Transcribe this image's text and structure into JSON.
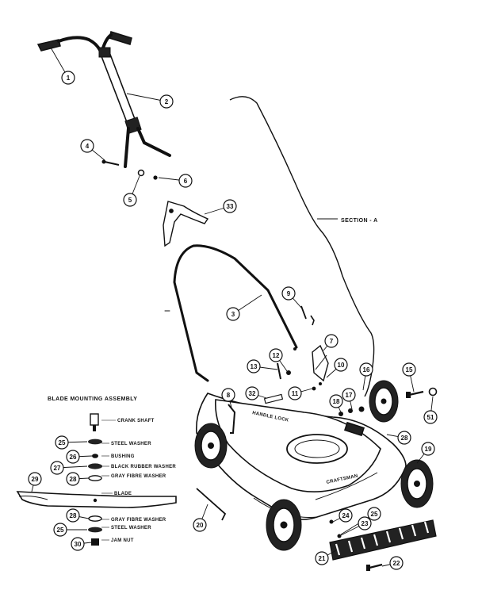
{
  "section_label": "SECTION - A",
  "deck": {
    "brand": "CRAFTSMAN",
    "marking_top": "HANDLE LOCK"
  },
  "blade_assembly": {
    "heading": "BLADE MOUNTING ASSEMBLY"
  },
  "part_labels": [
    {
      "id": "crank-shaft",
      "text": "CRANK SHAFT"
    },
    {
      "id": "steel-washer-top",
      "text": "STEEL WASHER"
    },
    {
      "id": "bushing",
      "text": "BUSHING"
    },
    {
      "id": "black-rubber-washer",
      "text": "BLACK RUBBER WASHER"
    },
    {
      "id": "gray-fibre-washer-top",
      "text": "GRAY FIBRE WASHER"
    },
    {
      "id": "blade",
      "text": "BLADE"
    },
    {
      "id": "gray-fibre-washer-bottom",
      "text": "GRAY FIBRE WASHER"
    },
    {
      "id": "steel-washer-bottom",
      "text": "STEEL WASHER"
    },
    {
      "id": "jam-nut",
      "text": "JAM NUT"
    }
  ],
  "callouts": [
    {
      "id": "c1",
      "number": "1"
    },
    {
      "id": "c2",
      "number": "2"
    },
    {
      "id": "c4",
      "number": "4"
    },
    {
      "id": "c5",
      "number": "5"
    },
    {
      "id": "c6",
      "number": "6"
    },
    {
      "id": "c33",
      "number": "33"
    },
    {
      "id": "c3",
      "number": "3"
    },
    {
      "id": "c9",
      "number": "9"
    },
    {
      "id": "c7",
      "number": "7"
    },
    {
      "id": "c12",
      "number": "12"
    },
    {
      "id": "c13",
      "number": "13"
    },
    {
      "id": "c10",
      "number": "10"
    },
    {
      "id": "c16",
      "number": "16"
    },
    {
      "id": "c15",
      "number": "15"
    },
    {
      "id": "c11",
      "number": "11"
    },
    {
      "id": "c18",
      "number": "18"
    },
    {
      "id": "c17",
      "number": "17"
    },
    {
      "id": "c51",
      "number": "51"
    },
    {
      "id": "c8",
      "number": "8"
    },
    {
      "id": "c32",
      "number": "32"
    },
    {
      "id": "c28",
      "number": "28"
    },
    {
      "id": "c19",
      "number": "19"
    },
    {
      "id": "c20",
      "number": "20"
    },
    {
      "id": "c24",
      "number": "24"
    },
    {
      "id": "c25",
      "number": "25"
    },
    {
      "id": "c23",
      "number": "23"
    },
    {
      "id": "c21",
      "number": "21"
    },
    {
      "id": "c22",
      "number": "22"
    },
    {
      "id": "b25",
      "number": "25"
    },
    {
      "id": "b26",
      "number": "26"
    },
    {
      "id": "b27",
      "number": "27"
    },
    {
      "id": "b28a",
      "number": "28"
    },
    {
      "id": "b29",
      "number": "29"
    },
    {
      "id": "b28b",
      "number": "28"
    },
    {
      "id": "b25b",
      "number": "25"
    },
    {
      "id": "b30",
      "number": "30"
    }
  ]
}
